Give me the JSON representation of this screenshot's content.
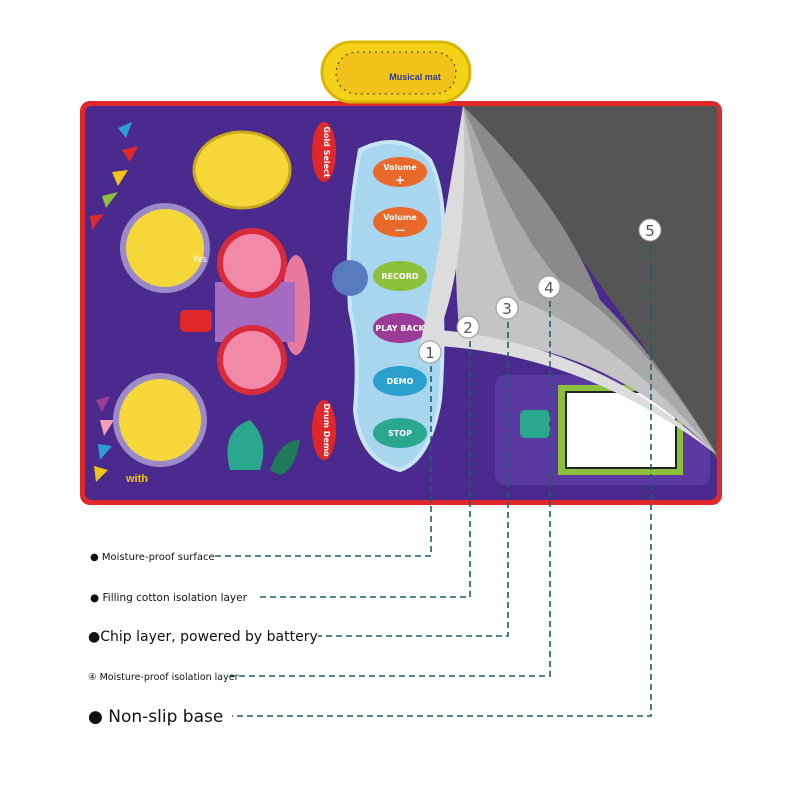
{
  "device": {
    "logo_text": "Musical mat"
  },
  "buttons": [
    {
      "label": "Volume",
      "symbol": "+",
      "color": "#e9692a"
    },
    {
      "label": "Volume",
      "symbol": "—",
      "color": "#e9692a"
    },
    {
      "label": "RECORD",
      "color": "#8cbf3a"
    },
    {
      "label": "PLAY BACK",
      "color": "#9c3a97"
    },
    {
      "label": "DEMO",
      "color": "#2aa0cf"
    },
    {
      "label": "STOP",
      "color": "#2aa88e"
    }
  ],
  "side_pads": [
    {
      "label": "Gold Select"
    },
    {
      "label": "Drum Demo"
    }
  ],
  "mat_text": {
    "yes": "Yes",
    "with": "with"
  },
  "layers": [
    {
      "number": "1",
      "label": "Moisture-proof surface",
      "bullet": "●"
    },
    {
      "number": "2",
      "label": "Filling cotton isolation layer",
      "bullet": "●"
    },
    {
      "number": "3",
      "label": "Chip layer, powered by battery",
      "bullet": "●"
    },
    {
      "number": "4",
      "label": "Moisture-proof isolation layer",
      "bullet": "④"
    },
    {
      "number": "5",
      "label": "Non-slip base",
      "bullet": "●"
    }
  ],
  "colors": {
    "mat": "#4a2a8c",
    "border": "#e0282a",
    "leader": "#1e5f66",
    "base": "#555555"
  }
}
